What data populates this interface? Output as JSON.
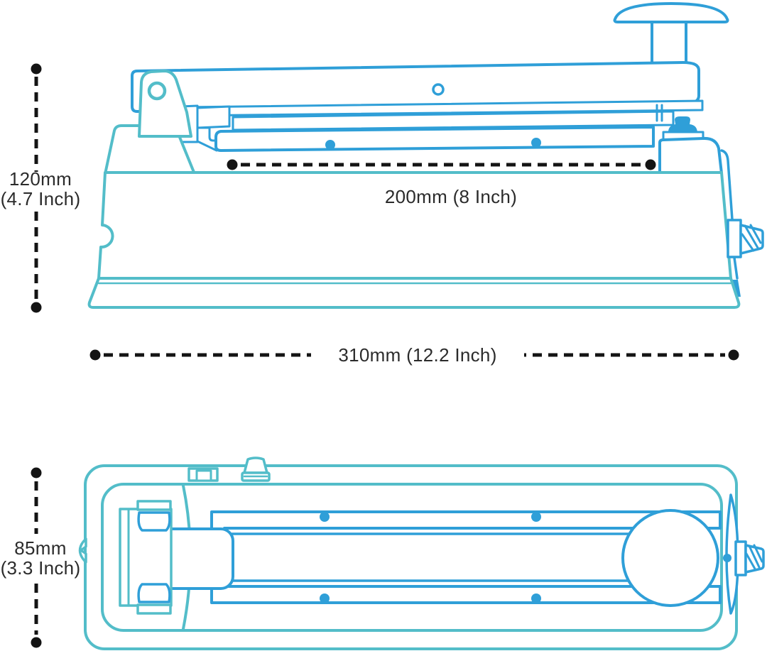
{
  "colors": {
    "outline_teal": "#53bdc9",
    "outline_blue": "#2f9fd8",
    "dimension_line": "#141414",
    "label_text": "#2b2b2b",
    "background": "#ffffff"
  },
  "labels": {
    "height_mm": "120mm",
    "height_inch": "(4.7 Inch)",
    "seal_length": "200mm (8 Inch)",
    "overall_width": "310mm (12.2 Inch)",
    "depth_mm": "85mm",
    "depth_inch": "(3.3 Inch)"
  }
}
